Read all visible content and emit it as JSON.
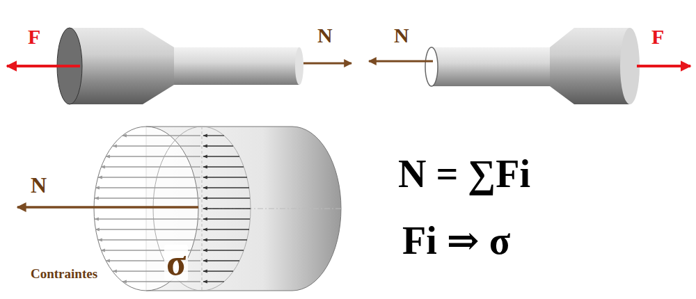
{
  "diagram": {
    "labels": [
      "F",
      "N",
      "N",
      "F",
      "N",
      "N = ∑Fi",
      "Fi ⇒ σ",
      "Contraintes",
      "σ"
    ]
  }
}
